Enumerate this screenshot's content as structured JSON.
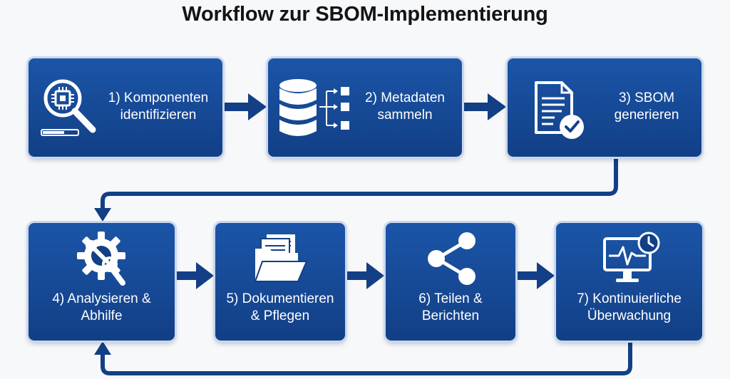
{
  "title": "Workflow zur SBOM-Implementierung",
  "colors": {
    "box": "#123f86",
    "connector": "#123f86",
    "text": "#ffffff",
    "title": "#141414"
  },
  "steps": [
    {
      "label": "1) Komponenten\nidentifizieren",
      "icon": "magnifier-chip-icon"
    },
    {
      "label": "2) Metadaten\nsammeln",
      "icon": "database-icon"
    },
    {
      "label": "3) SBOM\ngenerieren",
      "icon": "document-check-icon"
    },
    {
      "label": "4) Analysieren &\nAbhilfe",
      "icon": "gear-wrench-icon"
    },
    {
      "label": "5) Dokumentieren\n& Pflegen",
      "icon": "folder-icon"
    },
    {
      "label": "6) Teilen &\nBerichten",
      "icon": "share-icon"
    },
    {
      "label": "7) Kontinuierliche\nÜberwachung",
      "icon": "monitor-clock-icon"
    }
  ]
}
